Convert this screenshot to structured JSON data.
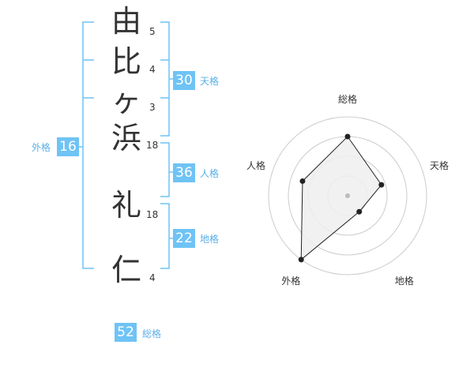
{
  "name": {
    "chars": [
      {
        "char": "由",
        "strokes": "5"
      },
      {
        "char": "比",
        "strokes": "4"
      },
      {
        "char": "ヶ",
        "strokes": "3"
      },
      {
        "char": "浜",
        "strokes": "18"
      },
      {
        "char": "礼",
        "strokes": "18"
      },
      {
        "char": "仁",
        "strokes": "4"
      }
    ]
  },
  "kaku": {
    "tenkaku": {
      "value": "30",
      "label": "天格"
    },
    "jinkaku": {
      "value": "36",
      "label": "人格"
    },
    "chikaku": {
      "value": "22",
      "label": "地格"
    },
    "gaikaku": {
      "value": "16",
      "label": "外格"
    },
    "soukaku": {
      "value": "52",
      "label": "総格"
    }
  },
  "chart_data": {
    "type": "radar",
    "axes": [
      "総格",
      "天格",
      "地格",
      "外格",
      "人格"
    ],
    "values": [
      0.75,
      0.45,
      0.25,
      1.0,
      0.6
    ],
    "rings": 4,
    "colors": {
      "line": "#222222",
      "fill": "#eeeeee",
      "ring": "#cccccc",
      "center": "#bbbbbb",
      "bracket": "#6fc3f5"
    }
  }
}
